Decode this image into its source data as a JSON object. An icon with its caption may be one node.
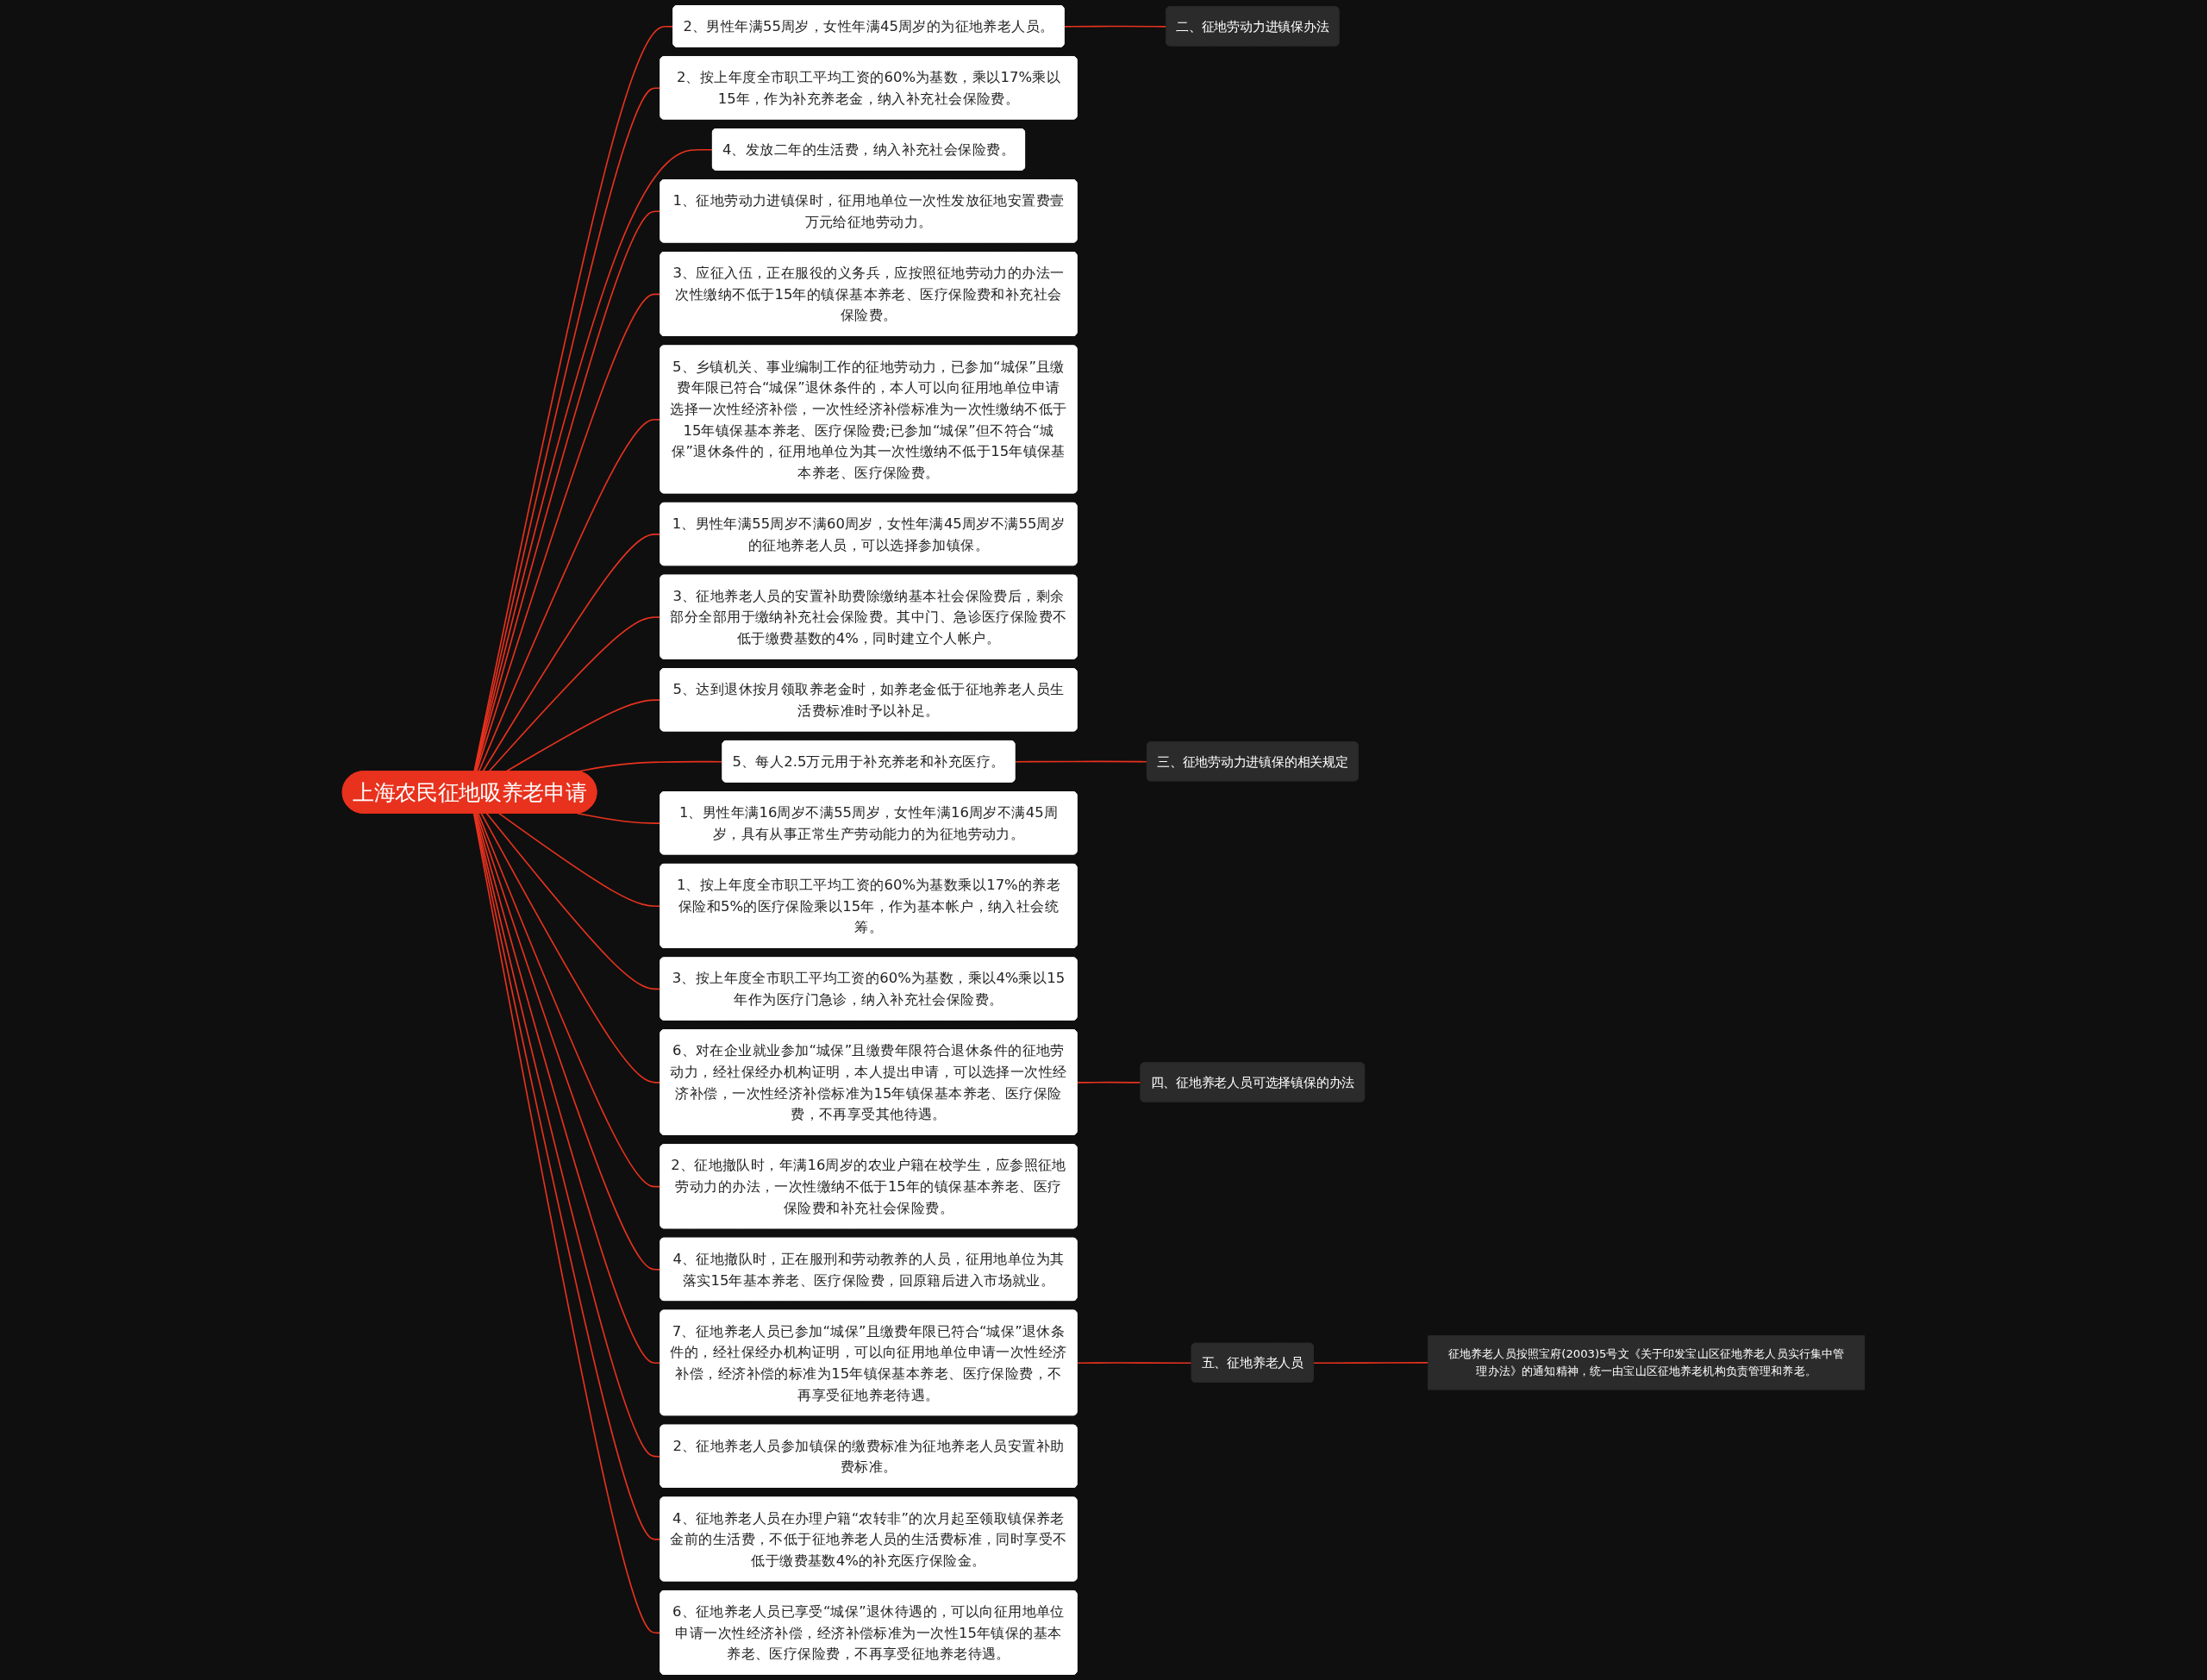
{
  "diagram": {
    "nodes": [
      {
        "text": [
          "上海农民征地吸养老申请"
        ]
      },
      {
        "text": [
          "2、男性年满55周岁，女性年满45周岁的为征地养老人员。"
        ]
      },
      {
        "text": [
          "2、按上年度全市职工平均工资的60%为基数，乘以17%乘以15年，作为补充养老金，纳入补充社会保险费。"
        ]
      },
      {
        "text": [
          "4、发放二年的生活费，纳入补充社会保险费。"
        ]
      },
      {
        "text": [
          "1、征地劳动力进镇保时，征用地单位一次性发放征地安置费壹万元给征地劳动力。"
        ]
      },
      {
        "text": [
          "3、应征入伍，正在服役的义务兵，应按照征地劳动力的办法一次性缴纳不低于15年的镇保基本养老、医疗保险费和补充社会保险费。"
        ]
      },
      {
        "text": [
          "5、乡镇机关、事业编制工作的征地劳动力，已参加“城保”且缴费年限已符合“城保”退休条件的，本人可以向征用地单位申请选择一次性经济补偿，一次性经济补偿标准为一次性缴纳不低于15年镇保基本养老、医疗保险费;已参加“城保”但不符合“城保”退休条件的，征用地单位为其一次性缴纳不低于15年镇保基本养老、医疗保险费。"
        ]
      },
      {
        "text": [
          "1、男性年满55周岁不满60周岁，女性年满45周岁不满55周岁的征地养老人员，可以选择参加镇保。"
        ]
      },
      {
        "text": [
          "3、征地养老人员的安置补助费除缴纳基本社会保险费后，剩余部分全部用于缴纳补充社会保险费。其中门、急诊医疗保险费不低于缴费基数的4%，同时建立个人帐户。"
        ]
      },
      {
        "text": [
          "5、达到退休按月领取养老金时，如养老金低于征地养老人员生活费标准时予以补足。"
        ]
      },
      {
        "text": [
          "7、征地养老人员已参加“城保”且缴费年限已符合“城保”退休条件的，经社保经办机构证明，可以向征用地单位申请一次性经济补偿，经济补偿的标准为15年镇保基本养老、医疗保险费，不再享受征地养老待遇。"
        ]
      },
      {
        "text": [
          "1、男性年满16周岁不满55周岁，女性年满16周岁不满45周岁，具有从事正常生产劳动能力的为征地劳动力。"
        ]
      },
      {
        "text": [
          "1、按上年度全市职工平均工资的60%为基数乘以17%的养老保险和5%的医疗保险乘以15年，作为基本帐户，纳入社会统筹。"
        ]
      },
      {
        "text": [
          "3、按上年度全市职工平均工资的60%为基数，乘以4%乘以15年作为医疗门急诊，纳入补充社会保险费。"
        ]
      },
      {
        "text": [
          "5、每人2.5万元用于补充养老和补充医疗。"
        ]
      },
      {
        "text": [
          "2、征地撤队时，年满16周岁的农业户籍在校学生，应参照征地劳动力的办法，一次性缴纳不低于15年的镇保基本养老、医疗保险费和补充社会保险费。"
        ]
      },
      {
        "text": [
          "4、征地撤队时，正在服刑和劳动教养的人员，征用地单位为其落实15年基本养老、医疗保险费，回原籍后进入市场就业。"
        ]
      },
      {
        "text": [
          "6、对在企业就业参加“城保”且缴费年限符合退休条件的征地劳动力，经社保经办机构证明，本人提出申请，可以选择一次性经济补偿，一次性经济补偿标准为15年镇保基本养老、医疗保险费，不再享受其他待遇。"
        ]
      },
      {
        "text": [
          "2、征地养老人员参加镇保的缴费标准为征地养老人员安置补助费标准。"
        ]
      },
      {
        "text": [
          "4、征地养老人员在办理户籍“农转非”的次月起至领取镇保养老金前的生活费，不低于征地养老人员的生活费标准，同时享受不低于缴费基数4%的补充医疗保险金。"
        ]
      },
      {
        "text": [
          "6、征地养老人员已享受“城保”退休待遇的，可以向征用地单位申请一次性经济补偿，经济补偿标准为一次性15年镇保的基本养老、医疗保险费，不再享受征地养老待遇。"
        ]
      },
      {
        "text": [
          "二、征地劳动力进镇保办法"
        ]
      },
      {
        "text": [
          "三、征地劳动力进镇保的相关规定"
        ]
      },
      {
        "text": [
          "四、征地养老人员可选择镇保的办法"
        ]
      },
      {
        "text": [
          "五、征地养老人员"
        ]
      },
      {
        "text": [
          "征地养老人员按照宝府(2003)5号文《关于印发宝山区征地养老人员实行集中管理办法》的通知精神，统一由宝山区征地养老机构负责管理和养老。"
        ]
      }
    ],
    "edges": [
      {
        "from": 0,
        "to": 1,
        "arrow": "none"
      },
      {
        "from": 0,
        "to": 2,
        "arrow": "none"
      },
      {
        "from": 0,
        "to": 3,
        "arrow": "none"
      },
      {
        "from": 0,
        "to": 4,
        "arrow": "none"
      },
      {
        "from": 0,
        "to": 5,
        "arrow": "none"
      },
      {
        "from": 0,
        "to": 6,
        "arrow": "none"
      },
      {
        "from": 0,
        "to": 7,
        "arrow": "none"
      },
      {
        "from": 0,
        "to": 8,
        "arrow": "none"
      },
      {
        "from": 0,
        "to": 9,
        "arrow": "none"
      },
      {
        "from": 0,
        "to": 10,
        "arrow": "none"
      },
      {
        "from": 0,
        "to": 11,
        "arrow": "none"
      },
      {
        "from": 0,
        "to": 12,
        "arrow": "none"
      },
      {
        "from": 0,
        "to": 13,
        "arrow": "none"
      },
      {
        "from": 0,
        "to": 14,
        "arrow": "none"
      },
      {
        "from": 0,
        "to": 15,
        "arrow": "none"
      },
      {
        "from": 0,
        "to": 16,
        "arrow": "none"
      },
      {
        "from": 0,
        "to": 17,
        "arrow": "none"
      },
      {
        "from": 0,
        "to": 18,
        "arrow": "none"
      },
      {
        "from": 0,
        "to": 19,
        "arrow": "none"
      },
      {
        "from": 0,
        "to": 20,
        "arrow": "none"
      },
      {
        "from": 1,
        "to": 21,
        "arrow": "none"
      },
      {
        "from": 14,
        "to": 22,
        "arrow": "none"
      },
      {
        "from": 17,
        "to": 23,
        "arrow": "none"
      },
      {
        "from": 10,
        "to": 24,
        "arrow": "none"
      },
      {
        "from": 24,
        "to": 25,
        "arrow": "none"
      }
    ]
  }
}
